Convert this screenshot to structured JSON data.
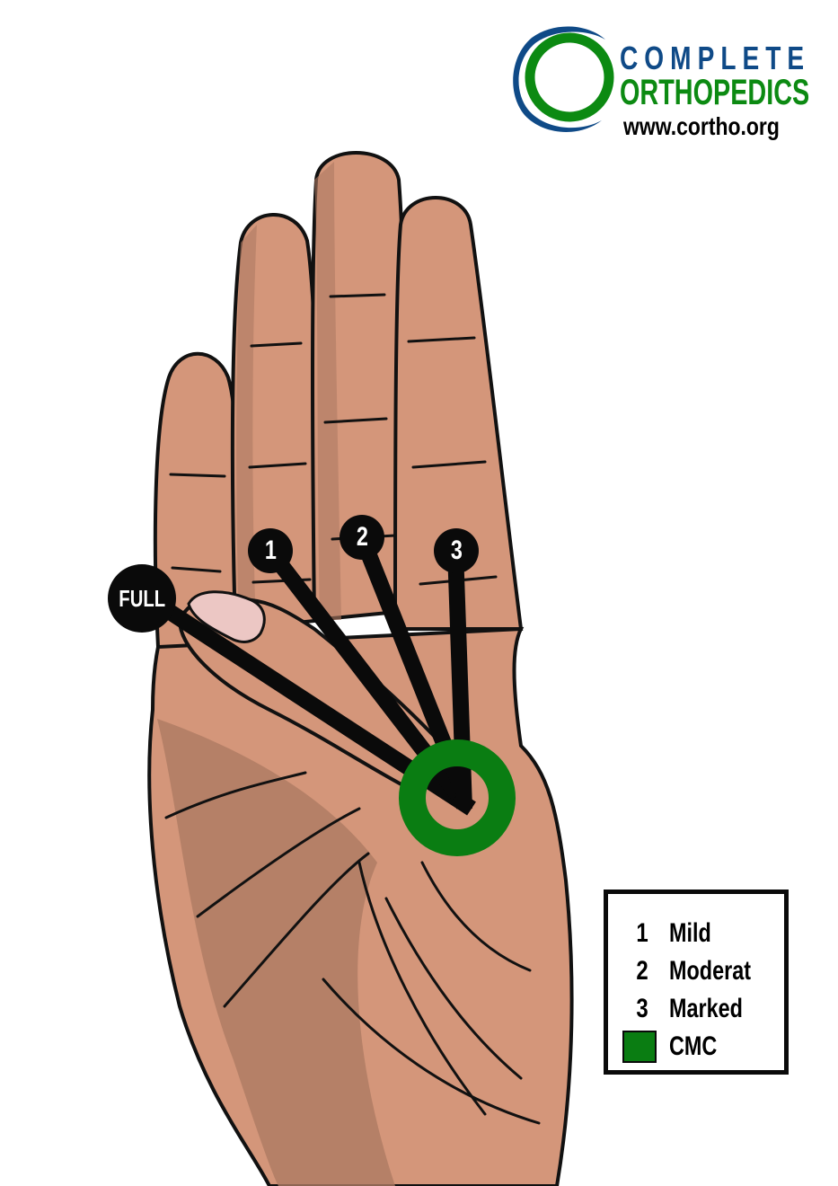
{
  "logo": {
    "line1": "COMPLETE",
    "line2": "ORTHOPEDICS",
    "url": "www.cortho.org",
    "colors": {
      "blue": "#0f4a87",
      "green": "#0c8a12"
    }
  },
  "diagram": {
    "subject": "palm of right hand with thumb opposition range markers",
    "markers": [
      {
        "id": "full",
        "label": "FULL"
      },
      {
        "id": "1",
        "label": "1"
      },
      {
        "id": "2",
        "label": "2"
      },
      {
        "id": "3",
        "label": "3"
      }
    ],
    "joint_marker": {
      "label": "CMC",
      "color": "#0a7d12"
    },
    "skin_color": "#d4967a",
    "skin_shadow": "#ad7a63",
    "nail_color": "#ecc7c4"
  },
  "legend": {
    "items": [
      {
        "key": "1",
        "label": "Mild"
      },
      {
        "key": "2",
        "label": "Moderat"
      },
      {
        "key": "3",
        "label": "Marked"
      },
      {
        "key": "swatch",
        "label": "CMC",
        "color": "#0a7d12"
      }
    ]
  }
}
